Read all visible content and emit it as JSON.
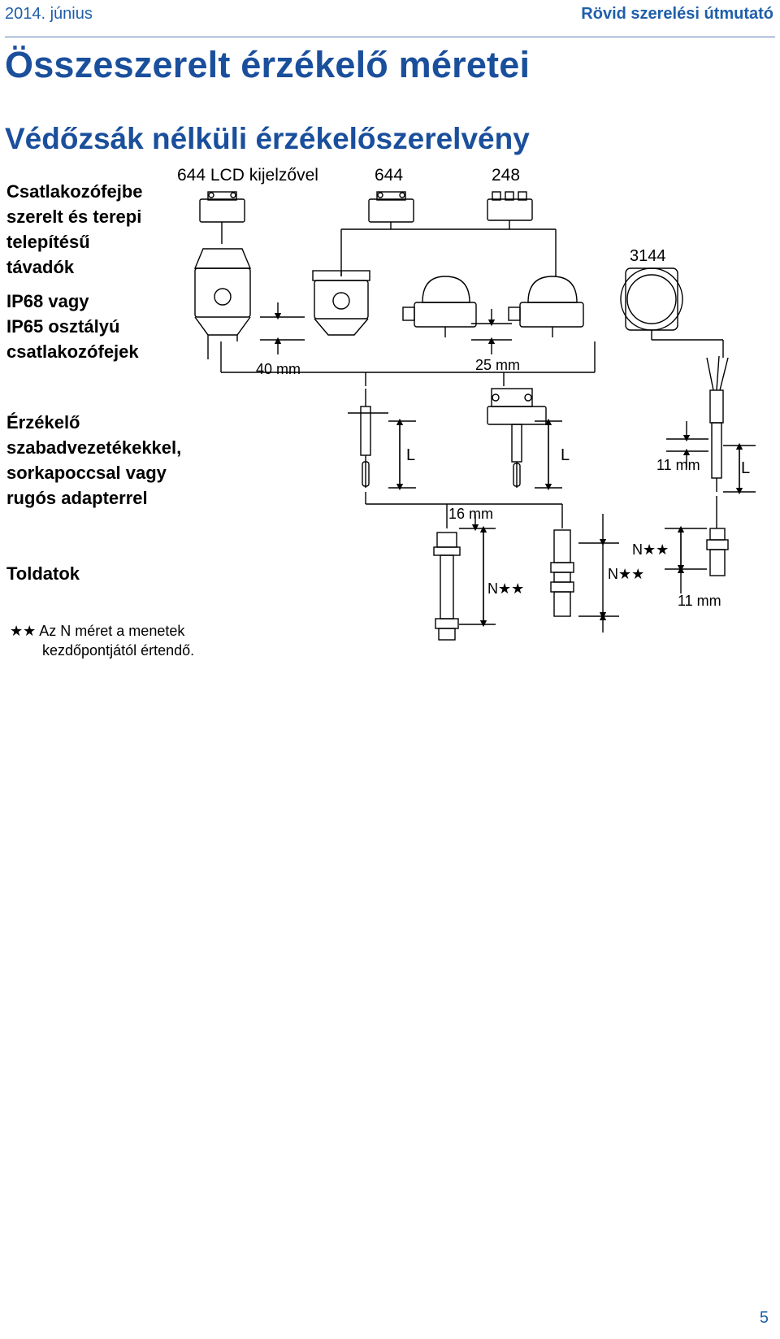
{
  "header": {
    "date": "2014. június",
    "doc_title": "Rövid szerelési útmutató"
  },
  "title": "Összeszerelt érzékelő méretei",
  "subtitle": "Védőzsák nélküli érzékelőszerelvény",
  "side_labels": {
    "transmitters": [
      "Csatlakozófejbe",
      "szerelt és terepi",
      "telepítésű",
      "távadók"
    ],
    "heads": [
      "IP68 vagy",
      "IP65 osztályú",
      "csatlakozófejek"
    ],
    "sensor": [
      "Érzékelő",
      "szabadvezetékekkel,",
      "sorkapoccsal vagy",
      "rugós adapterrel"
    ],
    "extensions": "Toldatok"
  },
  "diagram": {
    "transmitter_644_lcd": "644 LCD kijelzővel",
    "transmitter_644": "644",
    "transmitter_248": "248",
    "transmitter_3144": "3144",
    "dim_40mm": "40 mm",
    "dim_25mm": "25 mm",
    "dim_16mm": "16 mm",
    "dim_11mm_a": "11 mm",
    "dim_11mm_b": "11 mm",
    "dim_L_1": "L",
    "dim_L_2": "L",
    "dim_L_3": "L",
    "dim_N_1": "N★★",
    "dim_N_2": "N★★",
    "dim_N_3": "N★★"
  },
  "footnote": {
    "line1": "★★  Az N méret a menetek",
    "line2": "kezdőpontjától értendő."
  },
  "page_number": "5"
}
